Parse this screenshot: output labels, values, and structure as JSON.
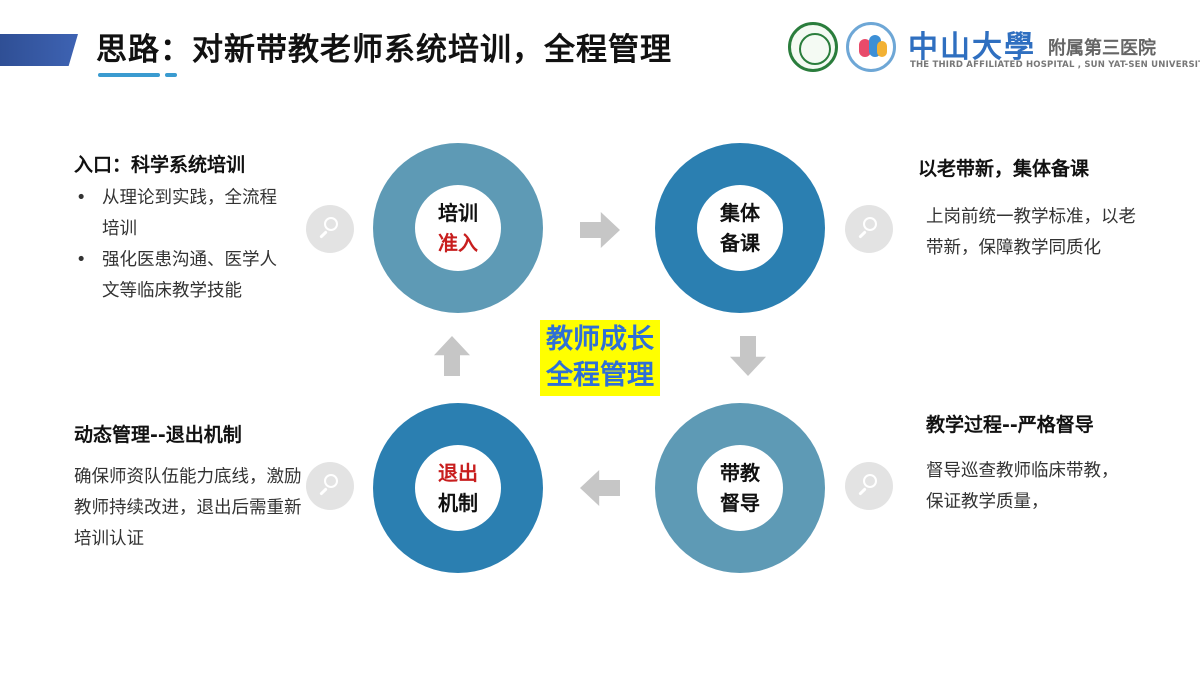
{
  "header": {
    "title": "思路：对新带教老师系统培训，全程管理",
    "university_name": "中山大學",
    "hospital_name": "附属第三医院",
    "hospital_name_en": "THE THIRD AFFILIATED HOSPITAL , SUN YAT-SEN UNIVERSITY"
  },
  "cycle": {
    "top_left": {
      "line1": "培训",
      "line2": "准入"
    },
    "top_right": {
      "line1": "集体",
      "line2": "备课"
    },
    "bottom_right": {
      "line1": "带教",
      "line2": "督导"
    },
    "bottom_left": {
      "line1": "退出",
      "line2": "机制"
    },
    "center": {
      "line1": "教师成长",
      "line2": "全程管理"
    }
  },
  "blocks": {
    "entry": {
      "heading": "入口：科学系统培训",
      "bullets": [
        "从理论到实践，全流程培训",
        "强化医患沟通、医学人文等临床教学技能"
      ]
    },
    "prep": {
      "heading": "以老带新，集体备课",
      "text": "上岗前统一教学标准，以老带新，保障教学同质化"
    },
    "supervision": {
      "heading": "教学过程--严格督导",
      "text": "督导巡查教师临床带教，保证教学质量，"
    },
    "exit": {
      "heading": "动态管理--退出机制",
      "text": "确保师资队伍能力底线，激励教师持续改进，退出后需重新培训认证"
    }
  },
  "bullet_symbol": "•",
  "icons": {
    "magnifier": "magnifier-icon",
    "arrow": "arrow-icon"
  },
  "colors": {
    "ring_light": "#5e9ab5",
    "ring_dark": "#2b7fb1",
    "highlight": "#ffff00",
    "center_text": "#2f6fd6",
    "red_text": "#c81e1e"
  }
}
